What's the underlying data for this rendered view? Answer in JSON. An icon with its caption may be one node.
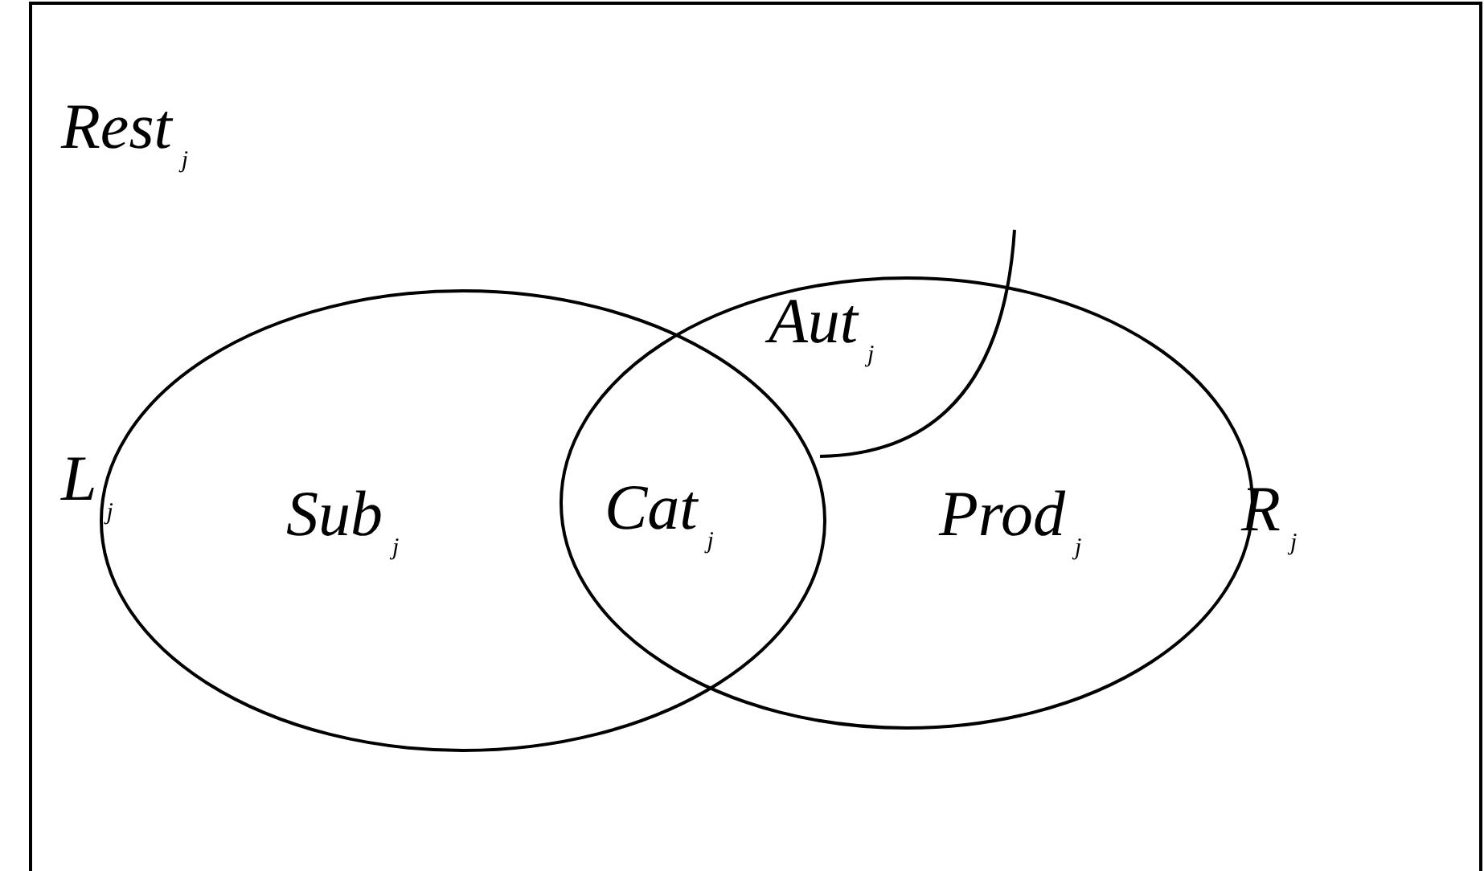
{
  "diagram": {
    "nodes": [
      {
        "text": [
          "Rest$_{j}$"
        ]
      },
      {
        "text": [
          "L$_{j}$"
        ],
        "in": 0
      },
      {
        "text": [
          "R$_{j}$"
        ],
        "in": 0
      }
    ],
    "labels": [
      "Aut$_{j}$",
      "Sub$_{j}$",
      "Cat$_{j}$",
      "Prod$_{j}$"
    ]
  }
}
